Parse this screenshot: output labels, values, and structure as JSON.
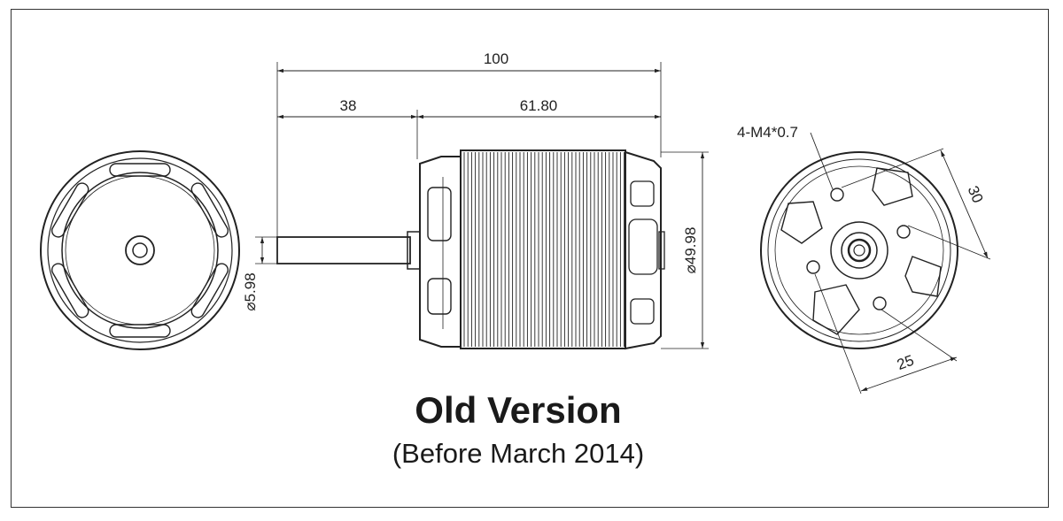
{
  "title": "Old Version",
  "subtitle": "(Before March 2014)",
  "dimensions": {
    "overall_length": "100",
    "shaft_length": "38",
    "can_length": "61.80",
    "shaft_diameter": "5.98",
    "can_diameter": "49.98",
    "mount_thread": "4-M4*0.7",
    "bolt_spacing_a": "30",
    "bolt_spacing_b": "25"
  }
}
